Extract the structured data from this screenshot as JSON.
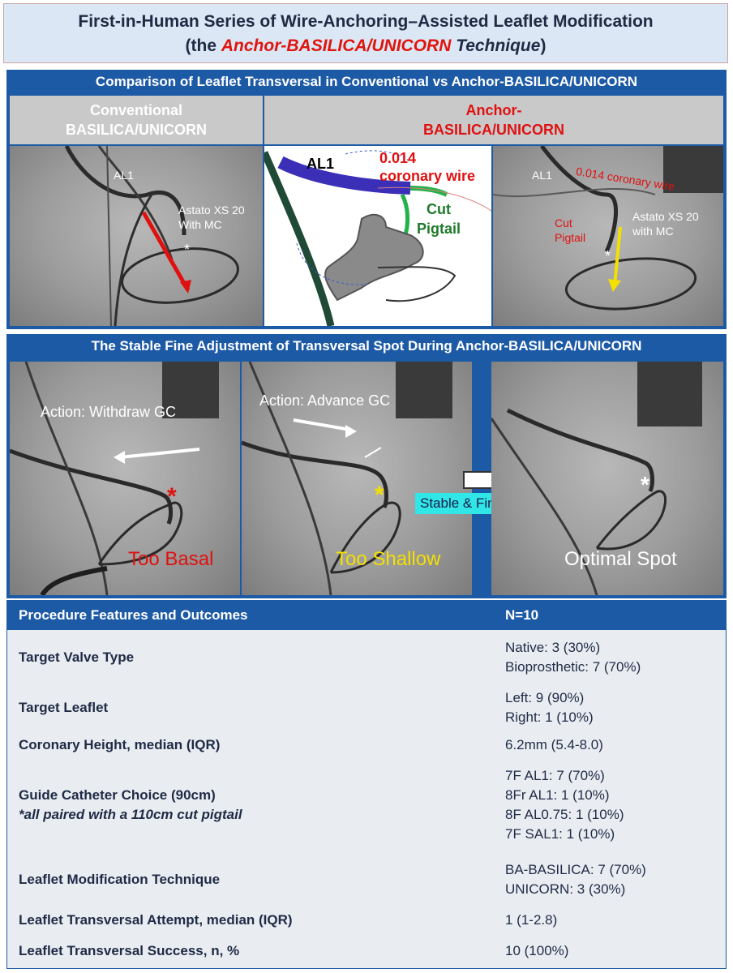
{
  "title": {
    "line1": "First-in-Human Series of Wire-Anchoring–Assisted Leaflet Modification",
    "line2_prefix": "(the ",
    "line2_red": "Anchor-BASILICA/UNICORN",
    "line2_italic": " Technique",
    "line2_suffix": ")"
  },
  "comparison": {
    "header": "Comparison of Leaflet Transversal in Conventional vs Anchor-BASILICA/UNICORN",
    "conventional_label_1": "Conventional",
    "conventional_label_2": "BASILICA/UNICORN",
    "anchor_label_1": "Anchor-",
    "anchor_label_2": "BASILICA/UNICORN",
    "conv_img": {
      "al1": "AL1",
      "astato_1": "Astato XS 20",
      "astato_2": "With MC",
      "star": "*"
    },
    "diagram": {
      "al1": "AL1",
      "wire_1": "0.014",
      "wire_2": "coronary wire",
      "cut": "Cut",
      "pigtail": "Pigtail"
    },
    "anchor_img": {
      "al1": "AL1",
      "wire": "0.014 coronary wire",
      "cut_1": "Cut",
      "cut_2": "Pigtail",
      "astato_1": "Astato XS 20",
      "astato_2": "with  MC",
      "star": "*"
    }
  },
  "adjustment": {
    "header": "The Stable Fine Adjustment of Transversal Spot During Anchor-BASILICA/UNICORN",
    "panel1_action": "Action: Withdraw GC",
    "panel1_label": "Too Basal",
    "panel2_action": "Action: Advance GC",
    "panel2_label": "Too Shallow",
    "panel3_label": "Optimal Spot",
    "stable_label": "Stable & Fine Control",
    "star": "*"
  },
  "table": {
    "header_feature": "Procedure Features and Outcomes",
    "header_n": "N=10",
    "rows": [
      {
        "feature": "Target Valve Type",
        "values": [
          "Native: 3 (30%)",
          "Bioprosthetic: 7 (70%)"
        ]
      },
      {
        "feature": "Target Leaflet",
        "values": [
          "Left: 9  (90%)",
          "Right: 1 (10%)"
        ]
      },
      {
        "feature": "Coronary Height, median (IQR)",
        "values": [
          "6.2mm (5.4-8.0)"
        ]
      },
      {
        "feature": "Guide Catheter Choice (90cm)",
        "sub": "*all paired with a 110cm cut pigtail",
        "values": [
          "7F AL1: 7 (70%)",
          "8Fr AL1: 1 (10%)",
          "8F AL0.75: 1 (10%)",
          "7F SAL1: 1 (10%)"
        ]
      },
      {
        "feature": "Leaflet Modification Technique",
        "values": [
          "BA-BASILICA: 7 (70%)",
          "UNICORN: 3 (30%)"
        ]
      },
      {
        "feature": "Leaflet Transversal Attempt, median (IQR)",
        "values": [
          "1 (1-2.8)"
        ]
      },
      {
        "feature": "Leaflet Transversal Success, n, %",
        "values": [
          "10 (100%)"
        ]
      }
    ]
  },
  "colors": {
    "section_blue": "#1d5aa6",
    "title_bg": "#dbe7f5",
    "red": "#e0140c",
    "yellow": "#f4e000",
    "cyan": "#30e6e6"
  }
}
